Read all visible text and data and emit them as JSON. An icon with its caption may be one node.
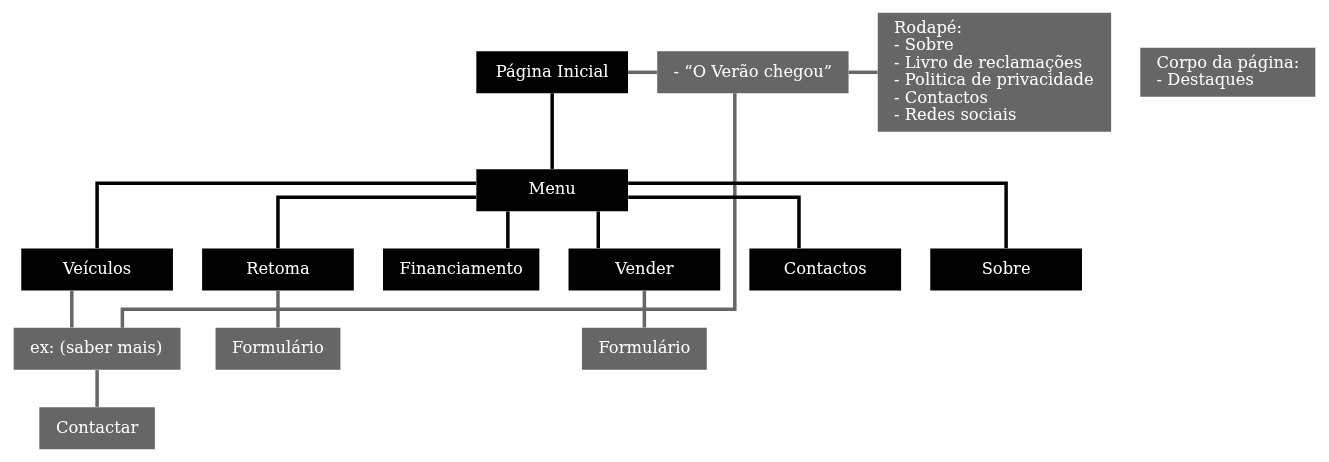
{
  "diagram": {
    "nodes": [
      {
        "text": [
          "Página Inicial"
        ]
      },
      {
        "text": [
          "Corpo da página:",
          "- Destaques"
        ]
      },
      {
        "text": [
          "- “O Verão chegou”"
        ]
      },
      {
        "text": [
          "Rodapé:",
          "- Sobre",
          "- Livro de reclamações",
          "- Politica de privacidade",
          "- Contactos",
          "- Redes sociais"
        ]
      },
      {
        "text": [
          "Menu"
        ]
      },
      {
        "text": [
          "Veículos"
        ]
      },
      {
        "text": [
          "Retoma"
        ]
      },
      {
        "text": [
          "Financiamento"
        ]
      },
      {
        "text": [
          "Vender"
        ]
      },
      {
        "text": [
          "Contactos"
        ]
      },
      {
        "text": [
          "Sobre"
        ]
      },
      {
        "text": [
          "ex: (saber mais)"
        ]
      },
      {
        "text": [
          "Formulário"
        ]
      },
      {
        "text": [
          "Formulário"
        ]
      },
      {
        "text": [
          "Contactar"
        ]
      }
    ],
    "edges": [
      {
        "from": 0,
        "to": 2,
        "arrow": "none",
        "color": "#666666"
      },
      {
        "from": 2,
        "to": 3,
        "arrow": "none",
        "color": "#666666"
      },
      {
        "from": 0,
        "to": 4,
        "arrow": "none",
        "color": "#000000"
      },
      {
        "from": 4,
        "to": 5,
        "arrow": "none",
        "color": "#000000"
      },
      {
        "from": 4,
        "to": 6,
        "arrow": "none",
        "color": "#000000"
      },
      {
        "from": 4,
        "to": 7,
        "arrow": "none",
        "color": "#000000"
      },
      {
        "from": 4,
        "to": 8,
        "arrow": "none",
        "color": "#000000"
      },
      {
        "from": 4,
        "to": 9,
        "arrow": "none",
        "color": "#000000"
      },
      {
        "from": 4,
        "to": 10,
        "arrow": "none",
        "color": "#000000"
      },
      {
        "from": 5,
        "to": 11,
        "arrow": "none",
        "color": "#666666"
      },
      {
        "from": 6,
        "to": 12,
        "arrow": "none",
        "color": "#666666"
      },
      {
        "from": 8,
        "to": 13,
        "arrow": "none",
        "color": "#666666"
      },
      {
        "from": 11,
        "to": 14,
        "arrow": "none",
        "color": "#666666"
      },
      {
        "from": 2,
        "to": 11,
        "arrow": "none",
        "color": "#666666"
      }
    ]
  }
}
